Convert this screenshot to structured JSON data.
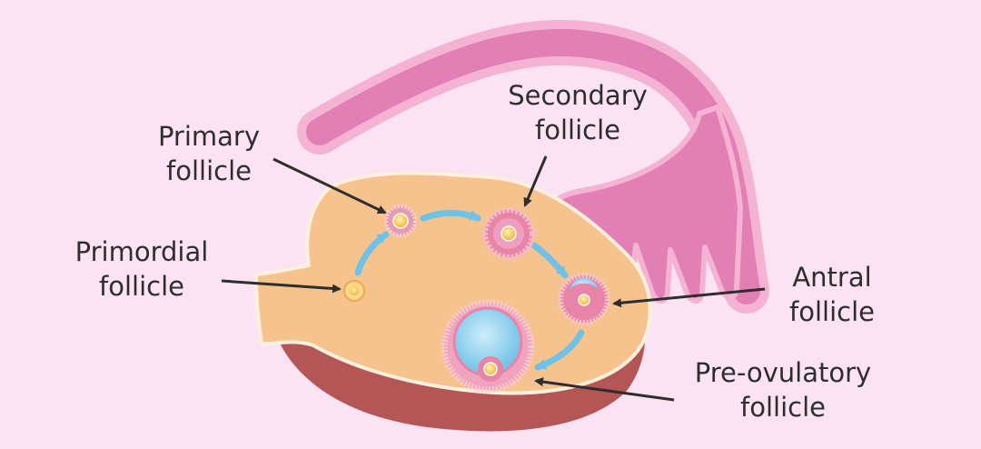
{
  "labels": {
    "primordial": {
      "line1": "Primordial",
      "line2": "follicle"
    },
    "primary": {
      "line1": "Primary",
      "line2": "follicle"
    },
    "secondary": {
      "line1": "Secondary",
      "line2": "follicle"
    },
    "antral": {
      "line1": "Antral",
      "line2": "follicle"
    },
    "preovulatory": {
      "line1": "Pre-ovulatory",
      "line2": "follicle"
    }
  },
  "colors": {
    "background": "#fbe3f3",
    "ovary": "#f6c28e",
    "ovary_edge": "#fdf0dc",
    "ovary_shadow": "#b45556",
    "tube": "#e27fb5",
    "tube_edge": "#f5b3d3",
    "arrow_blue": "#6fc2e6",
    "pointer": "#2e2e2e"
  }
}
